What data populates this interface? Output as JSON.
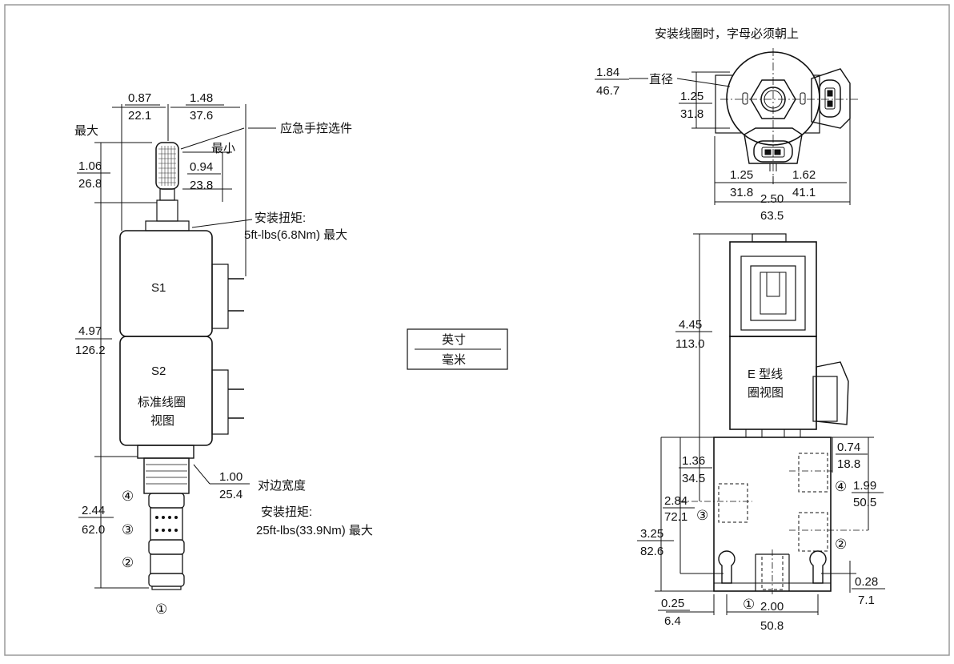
{
  "dims": {
    "w_087": [
      "0.87",
      "22.1"
    ],
    "w_148": [
      "1.48",
      "37.6"
    ],
    "h_106": [
      "1.06",
      "26.8"
    ],
    "h_094": [
      "0.94",
      "23.8"
    ],
    "h_497": [
      "4.97",
      "126.2"
    ],
    "h_244": [
      "2.44",
      "62.0"
    ],
    "hex_100": [
      "1.00",
      "25.4"
    ],
    "d_184": [
      "1.84",
      "46.7"
    ],
    "d_125a": [
      "1.25",
      "31.8"
    ],
    "d_125b": [
      "1.25",
      "31.8"
    ],
    "d_162": [
      "1.62",
      "41.1"
    ],
    "d_250": [
      "2.50",
      "63.5"
    ],
    "h_445": [
      "4.45",
      "113.0"
    ],
    "h_136": [
      "1.36",
      "34.5"
    ],
    "h_284": [
      "2.84",
      "72.1"
    ],
    "h_325": [
      "3.25",
      "82.6"
    ],
    "d_074": [
      "0.74",
      "18.8"
    ],
    "d_199": [
      "1.99",
      "50.5"
    ],
    "d_028": [
      "0.28",
      "7.1"
    ],
    "d_025": [
      "0.25",
      "6.4"
    ],
    "d_200": [
      "2.00",
      "50.8"
    ]
  },
  "labels": {
    "max_top": "最大",
    "min": "最小",
    "emergency": "应急手控选件",
    "torque1_title": "安装扭矩:",
    "torque1_value": "5ft-lbs(6.8Nm) 最大",
    "hex_label": "对边宽度",
    "torque2_title": "安装扭矩:",
    "torque2_value": "25ft-lbs(33.9Nm) 最大",
    "s1": "S1",
    "s2": "S2",
    "std_view_1": "标准线圈",
    "std_view_2": "视图",
    "unit_top": "英寸",
    "unit_bottom": "毫米",
    "install_note": "安装线圈时，字母必须朝上",
    "diameter": "直径",
    "e_view_1": "E 型线",
    "e_view_2": "圈视图",
    "port_4": "④",
    "port_3": "③",
    "port_2": "②",
    "port_1": "①"
  }
}
